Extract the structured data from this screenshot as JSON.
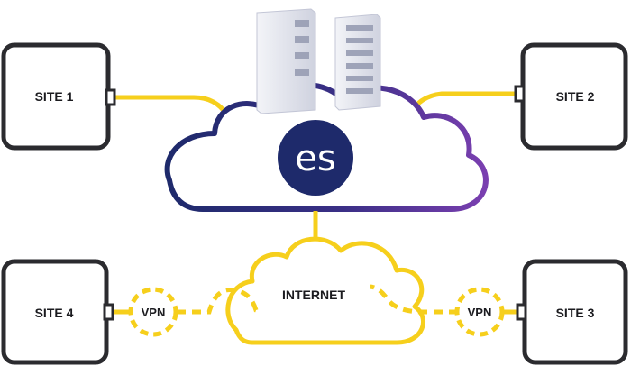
{
  "sites": [
    {
      "id": "site1",
      "label": "SITE 1"
    },
    {
      "id": "site2",
      "label": "SITE 2"
    },
    {
      "id": "site3",
      "label": "SITE 3"
    },
    {
      "id": "site4",
      "label": "SITE 4"
    }
  ],
  "hub": {
    "logo_text": "es"
  },
  "internet": {
    "label": "INTERNET"
  },
  "vpn": {
    "left_label": "VPN",
    "right_label": "VPN"
  },
  "icons": [
    "server-icon",
    "cloud-icon",
    "vpn-icon"
  ],
  "colors": {
    "yellow": "#f6cf1c",
    "navy": "#1e2a6b",
    "purple": "#7a3fb0",
    "dark": "#2b2b2f",
    "server": "#dfe1ea"
  }
}
